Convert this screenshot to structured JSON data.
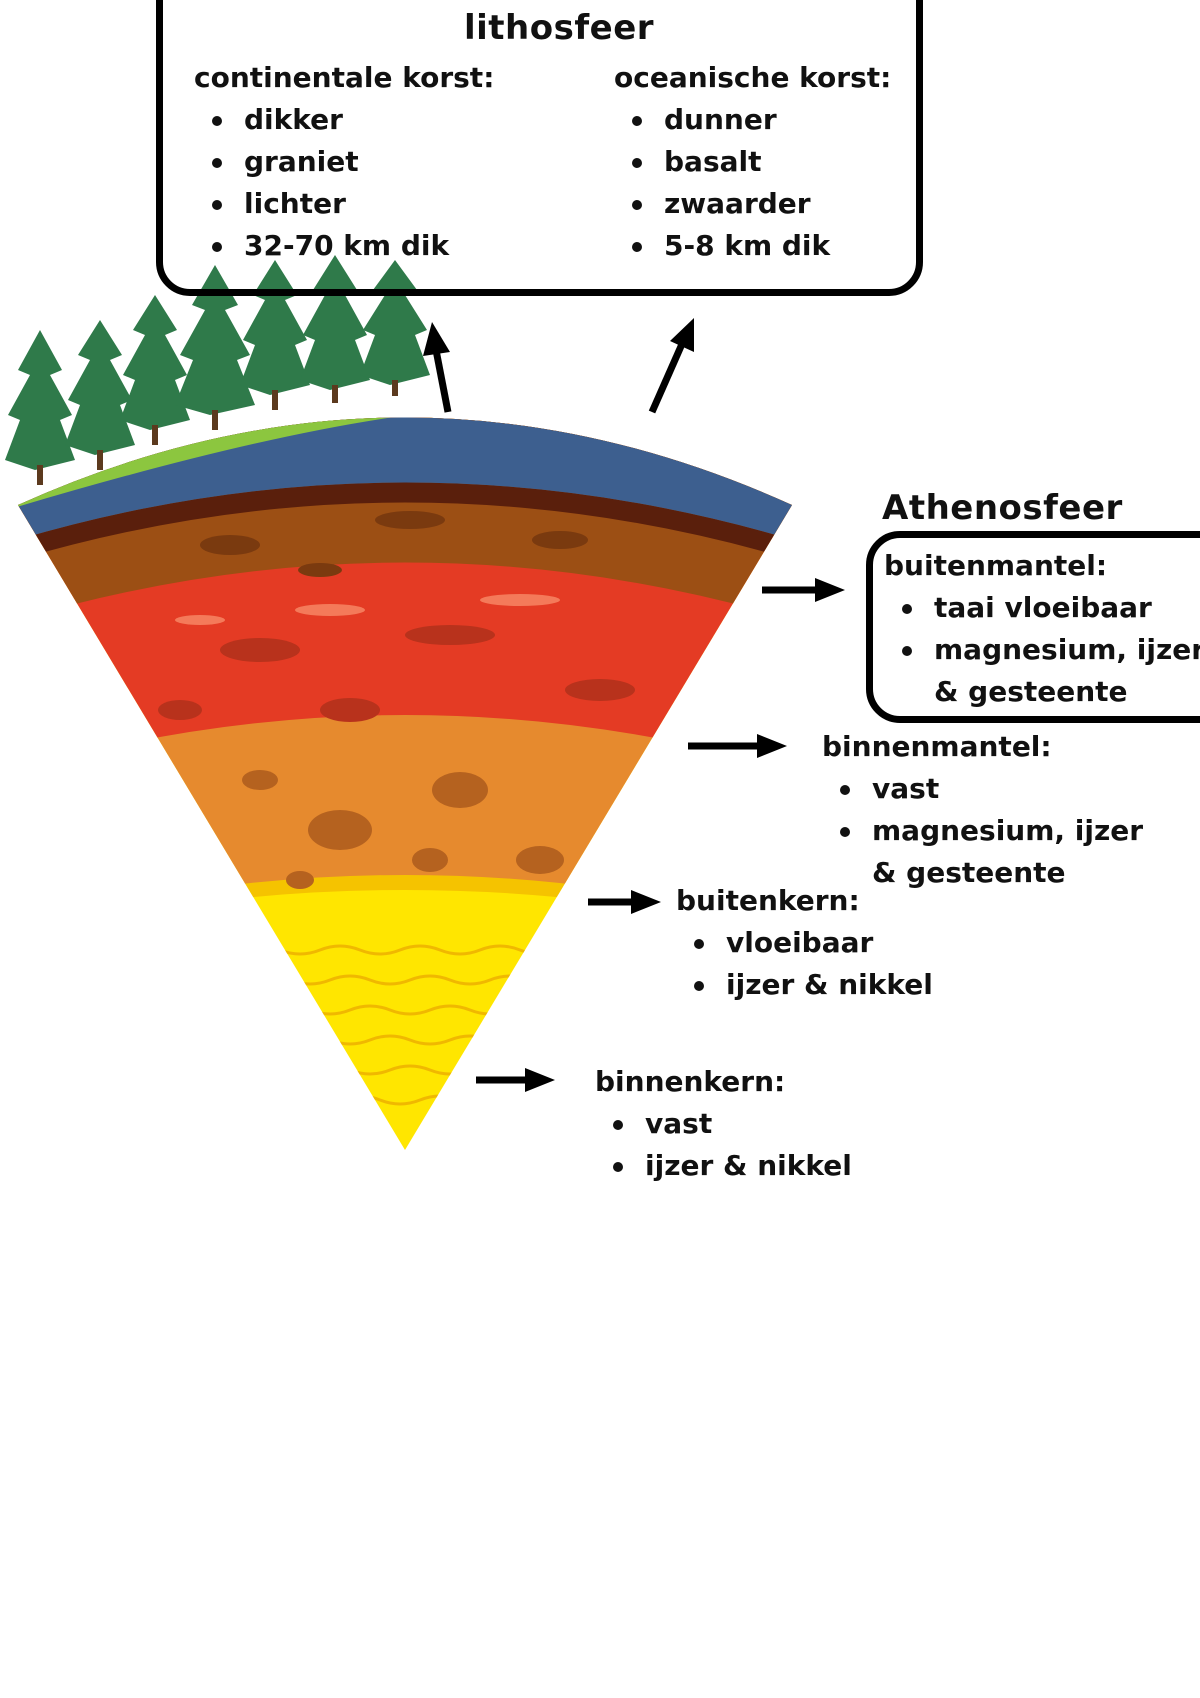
{
  "lithosfeer": {
    "title": "lithosfeer",
    "continental": {
      "heading": "continentale korst:",
      "items": [
        "dikker",
        "graniet",
        "lichter",
        "32-70 km dik"
      ]
    },
    "oceanic": {
      "heading": "oceanische korst:",
      "items": [
        "dunner",
        "basalt",
        "zwaarder",
        "5-8 km dik"
      ]
    }
  },
  "athenosfeer": {
    "title": "Athenosfeer",
    "heading": "buitenmantel:",
    "items": [
      "taai vloeibaar",
      "magnesium, ijzer",
      "& gesteente"
    ]
  },
  "binnenmantel": {
    "heading": "binnenmantel:",
    "items": [
      "vast",
      "magnesium, ijzer",
      "& gesteente"
    ]
  },
  "buitenkern": {
    "heading": "buitenkern:",
    "items": [
      "vloeibaar",
      "ijzer & nikkel"
    ]
  },
  "binnenkern": {
    "heading": "binnenkern:",
    "items": [
      "vast",
      "ijzer & nikkel"
    ]
  },
  "colors": {
    "grass": "#8cc63f",
    "ocean": "#5b8fd6",
    "crust_blue": "#3d5f8f",
    "upper_mantle": "#9c4f14",
    "asthenosphere": "#e43b24",
    "lower_mantle": "#e68a2e",
    "inner_core": "#ffe600",
    "tree": "#2f7a4a"
  }
}
